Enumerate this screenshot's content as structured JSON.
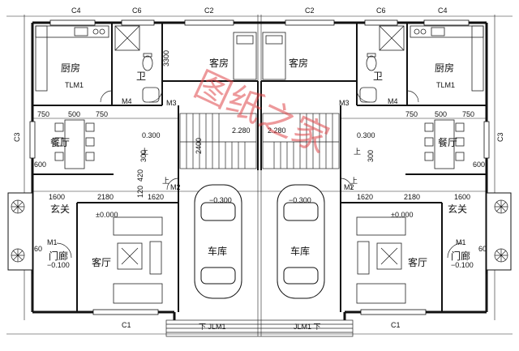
{
  "top_codes": {
    "c4_left": "C4",
    "c6_left": "C6",
    "c2_left": "C2",
    "c2_right": "C2",
    "c6_right": "C6",
    "c4_right": "C4"
  },
  "bottom_codes": {
    "c1_left": "C1",
    "jlm1_left": "下 JLM1",
    "jlm1_right": "JLM1 下",
    "c1_right": "C1"
  },
  "side_codes": {
    "c3_left": "C3",
    "c3_right": "C3"
  },
  "rooms": {
    "kitchen": "厨房",
    "bath": "卫",
    "guest": "客房",
    "dining": "餐厅",
    "foyer": "玄关",
    "living": "客厅",
    "garage": "车库",
    "porch": "门廊"
  },
  "door_codes": {
    "tlm1": "TLM1",
    "m3": "M3",
    "m4": "M4",
    "m2": "M2",
    "m1": "M1"
  },
  "levels": {
    "p0300": "0.300",
    "p2280": "2.280",
    "n0300": "−0.300",
    "z0000": "±0.000",
    "n0100": "−0.100"
  },
  "dims": {
    "d3300": "3300",
    "d750": "750",
    "d500": "500",
    "d600": "600",
    "d1600": "1600",
    "d2180": "2180",
    "d1620": "1620",
    "d2400": "2400",
    "d300": "300",
    "d120": "120",
    "d420": "420",
    "d60": "60"
  },
  "stair": {
    "up": "上",
    "down": "下"
  },
  "watermark": "图纸之家",
  "colors": {
    "wall": "#111111",
    "watermark": "#e0464a"
  }
}
